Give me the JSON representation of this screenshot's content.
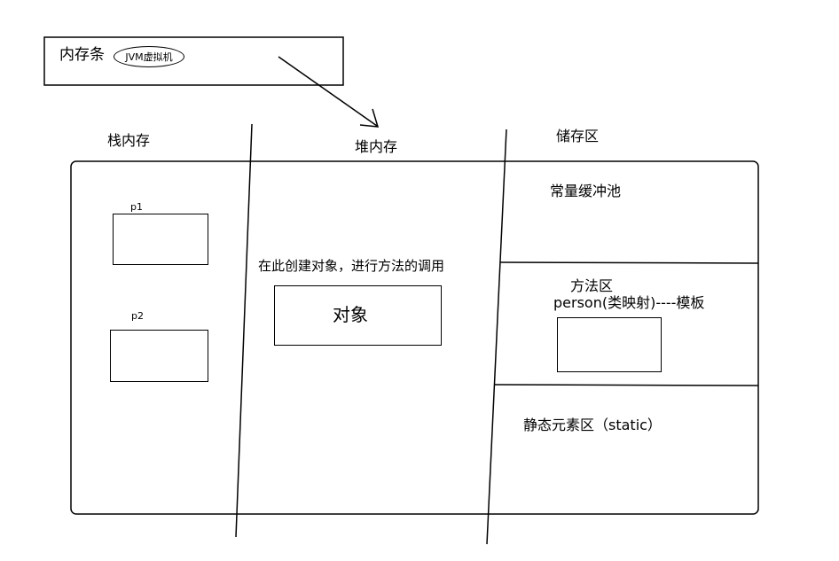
{
  "memory_bar": {
    "label": "内存条",
    "badge": "JVM虚拟机"
  },
  "sections": {
    "stack": "栈内存",
    "heap": "堆内存",
    "storage": "储存区"
  },
  "stack_items": {
    "p1": "p1",
    "p2": "p2"
  },
  "heap_area": {
    "note": "在此创建对象，进行方法的调用",
    "object": "对象"
  },
  "storage_area": {
    "constant_pool": "常量缓冲池",
    "method_area": "方法区",
    "class_template": "person(类映射)----模板",
    "static_area": "静态元素区（static）"
  }
}
